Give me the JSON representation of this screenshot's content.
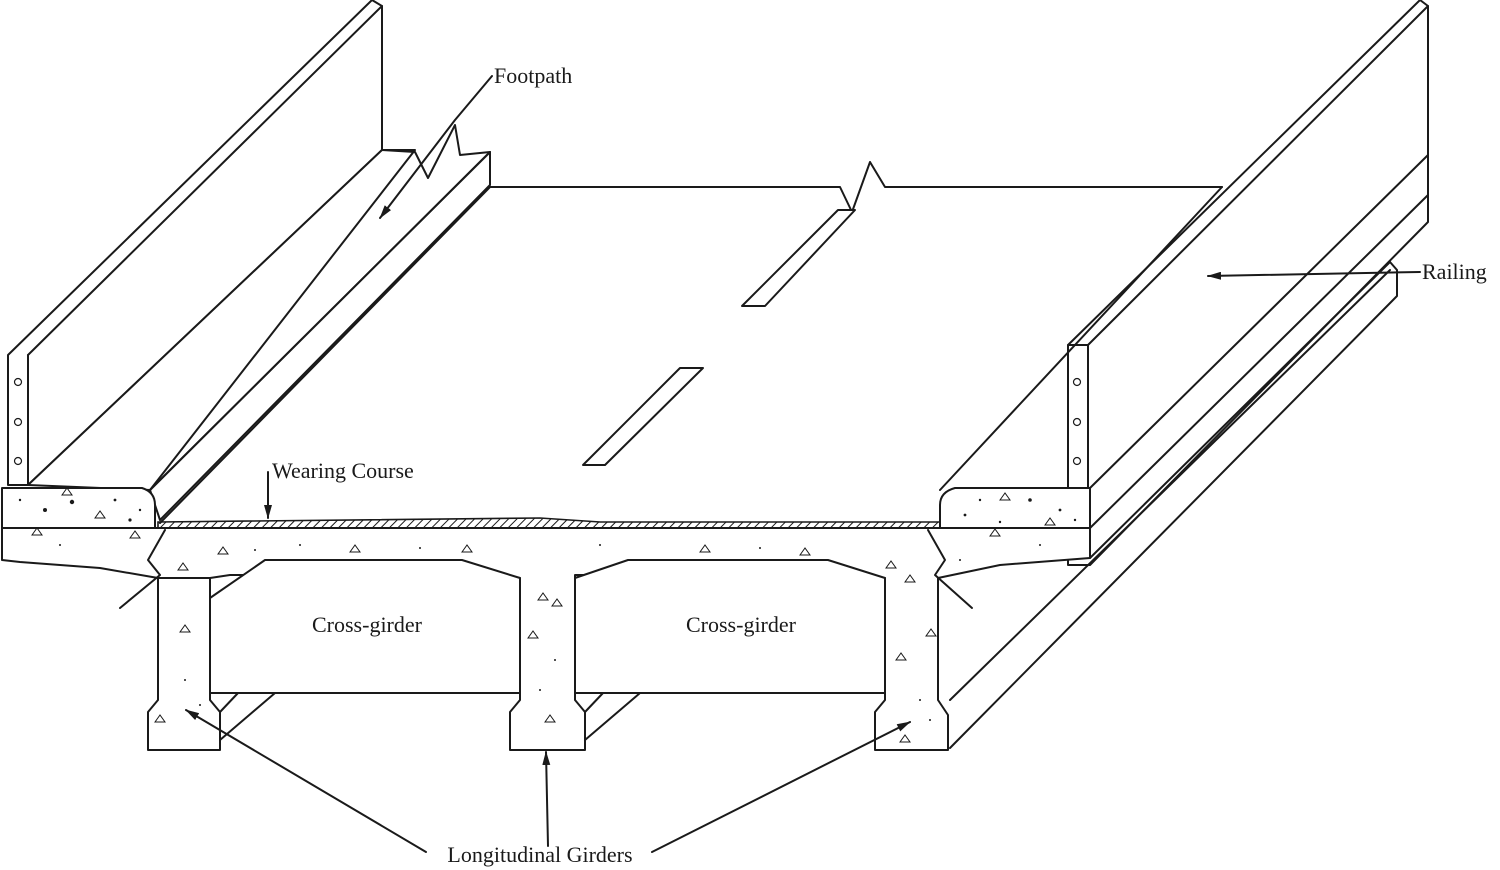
{
  "labels": {
    "footpath": "Footpath",
    "railing": "Railing",
    "wearing_course": "Wearing Course",
    "cross_girder_left": "Cross-girder",
    "cross_girder_right": "Cross-girder",
    "longitudinal_girders": "Longitudinal Girders"
  },
  "colors": {
    "line": "#1a1a1a",
    "background": "#ffffff"
  }
}
